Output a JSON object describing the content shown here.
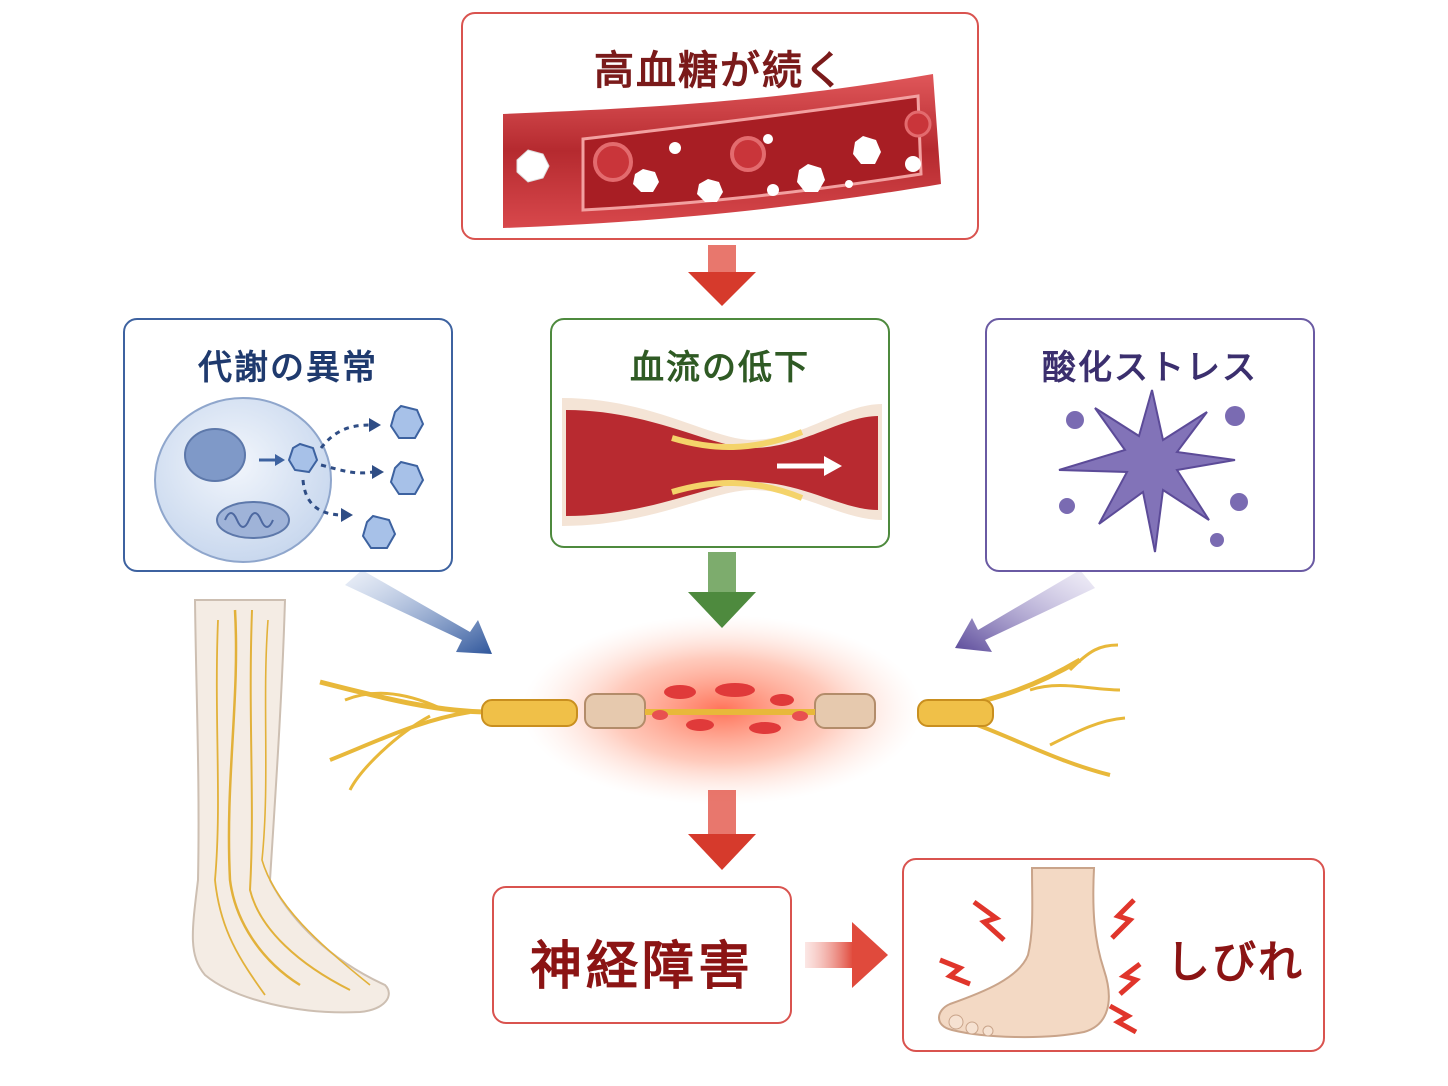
{
  "nodes": {
    "top": {
      "title": "高血糖が続く"
    },
    "metabolism": {
      "title": "代謝の異常"
    },
    "bloodflow": {
      "title": "血流の低下"
    },
    "oxidative": {
      "title": "酸化ストレス"
    },
    "neuropathy": {
      "title": "神経障害"
    },
    "numbness": {
      "title": "しびれ"
    }
  },
  "colors": {
    "red": "#d9534f",
    "blue": "#3d62a0",
    "green": "#4e8a3e",
    "purple": "#6a5aa3",
    "nerve": "#e8b83a"
  },
  "icons": [
    "blood-vessel-glucose-icon",
    "cell-icon",
    "narrowed-artery-icon",
    "oxidative-burst-icon",
    "damaged-nerve-icon",
    "leg-nerves-icon",
    "foot-pain-icon"
  ]
}
